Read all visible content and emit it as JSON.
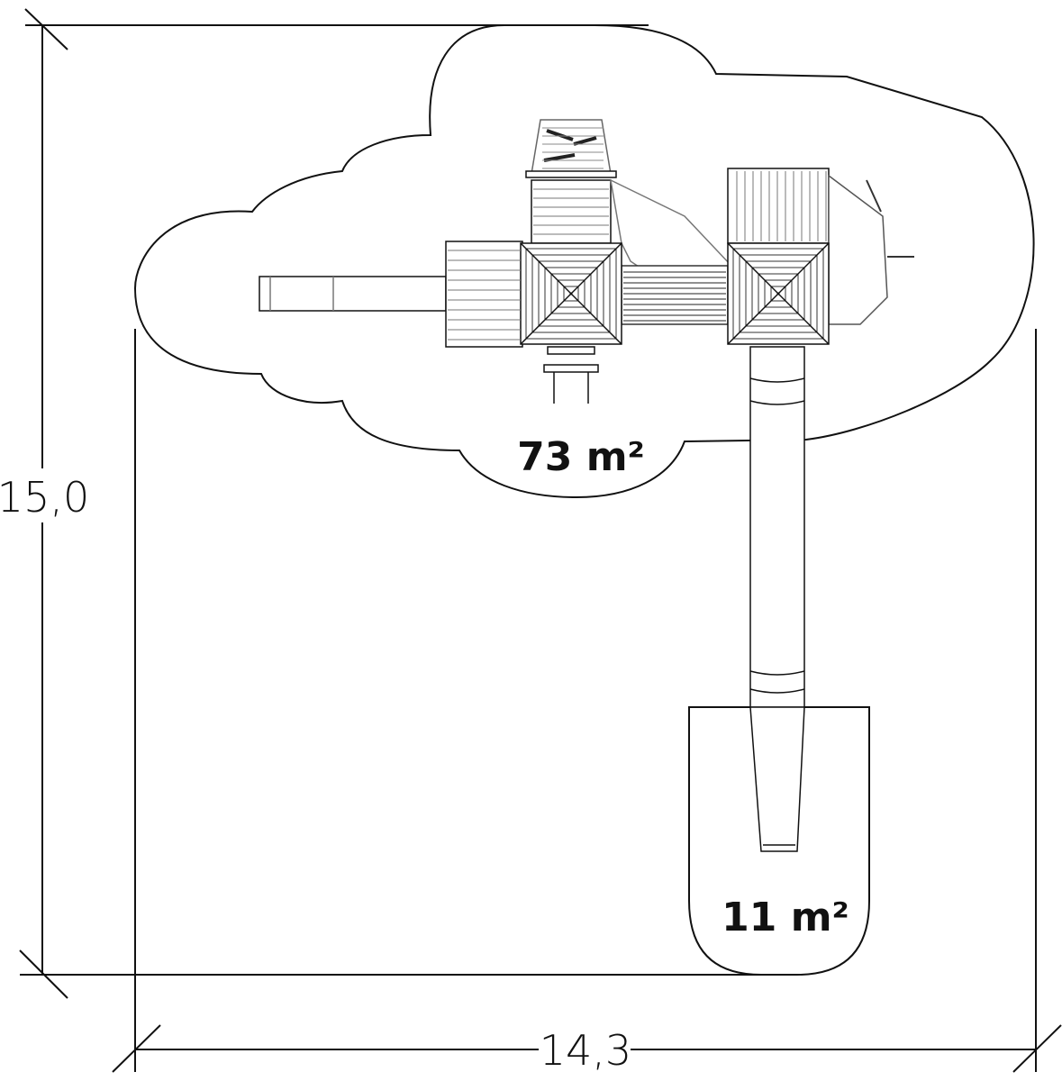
{
  "dimensions": {
    "height_label": "15,0",
    "width_label": "14,3"
  },
  "areas": {
    "main_area_label": "73 m²",
    "slide_area_label": "11 m²"
  },
  "colors": {
    "line": "#111111",
    "detail": "#777777",
    "background": "#ffffff"
  }
}
